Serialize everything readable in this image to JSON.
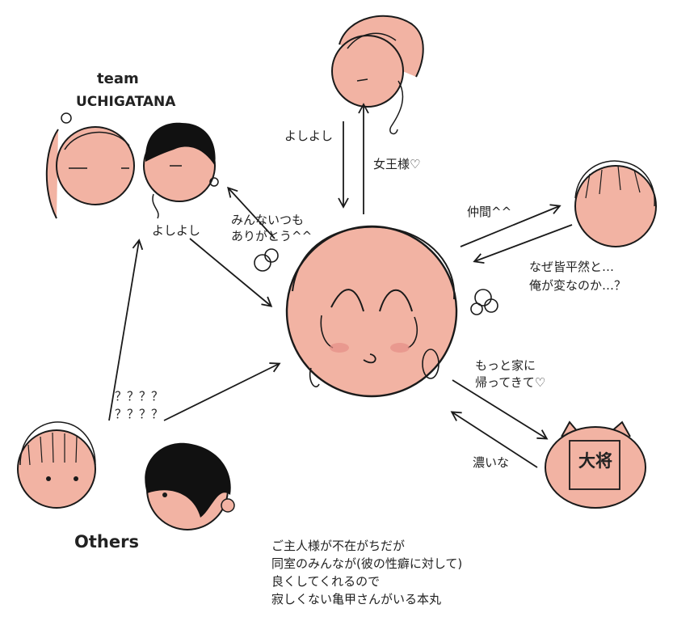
{
  "groups": {
    "team_line1": "team",
    "team_line2": "UCHIGATANA",
    "others": "Others"
  },
  "labels": {
    "yoshi_top": "よしよし",
    "queen": "女王様♡",
    "minna_line1": "みんないつも",
    "minna_line2": "ありがとう^^",
    "yoshi_left": "よしよし",
    "nakama": "仲間^^",
    "naze_line1": "なぜ皆平然と…",
    "naze_line2": "俺が変なのか…？",
    "motto_line1": "もっと家に",
    "motto_line2": "帰ってきて♡",
    "koi": "濃いな",
    "q_line1": "？？？？",
    "q_line2": "？？？？"
  },
  "badge_text": "大将",
  "note": [
    "ご主人様が不在がちだが",
    "同室のみんなが(彼の性癖に対して)",
    "良くしてくれるので",
    "寂しくない亀甲さんがいる本丸"
  ],
  "colors": {
    "skin": "#f2b3a3",
    "line": "#1a1a1a",
    "hair_dark": "#111111",
    "blush": "#e58f86"
  }
}
